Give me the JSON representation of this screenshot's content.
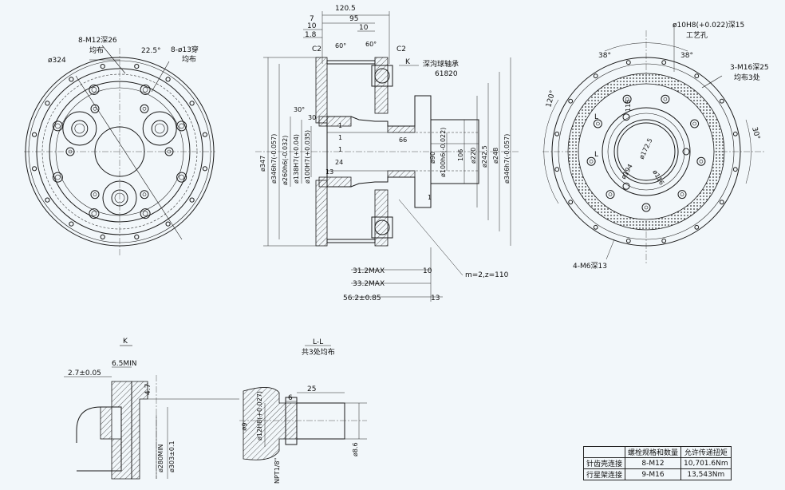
{
  "front_view": {
    "labels": {
      "outer_dia": "ø324",
      "bolts_m12": "8-M12深26",
      "bolts_m12_note": "均布",
      "angle": "22.5°",
      "holes_13": "8-ø13穿",
      "holes_13_note": "均布"
    }
  },
  "section_view": {
    "top_dims": [
      "120.5",
      "95",
      "7",
      "10",
      "10",
      "1.8"
    ],
    "chamfer_left": "C2",
    "chamfer_right": "C2",
    "angle_left": "60°",
    "angle_right": "60°",
    "angle_30": "30°",
    "section_mark": "K",
    "bearing_label": "深沟球轴承",
    "bearing_model": "61820",
    "dia_left": [
      "ø347",
      "ø346h7(-0.057)",
      "ø260h6(-0.032)",
      "ø138H7(+0.04)",
      "ø100H7(+0.035)"
    ],
    "small_dims": [
      "1",
      "1",
      "1",
      "13",
      "24",
      "30"
    ],
    "center_dims": [
      "66",
      "ø90",
      "ø100h6(-0.022)",
      "106",
      "ø220",
      "ø242.5",
      "ø248",
      "ø346h7(-0.057)",
      "1"
    ],
    "bottom_dims": [
      "31.2MAX",
      "10",
      "33.2MAX",
      "56.2±0.85",
      "13"
    ],
    "gear_note": "m=2,z=110"
  },
  "rear_view": {
    "labels": {
      "pin_hole": "ø10H8(+0.022)深15",
      "pin_hole_note": "工艺孔",
      "angle_a": "38°",
      "angle_b": "38°",
      "m16": "3-M16深25",
      "m16_note": "均布3处",
      "angle_120": "120°",
      "angle_30": "30°",
      "dim_115": "115",
      "dia_172": "ø172.5",
      "dia_116": "ø116",
      "dia_194": "ø194",
      "mark_l1": "L",
      "mark_l2": "L",
      "m6": "4-M6深13"
    }
  },
  "detail_k": {
    "title": "K",
    "dims": [
      "2.7±0.05",
      "6.5MIN",
      "4.7",
      "ø280MIN",
      "ø303±0.1"
    ]
  },
  "detail_l": {
    "title": "L-L",
    "subtitle": "共3处均布",
    "dims": [
      "25",
      "6",
      "ø9",
      "ø12H8(+0.027)",
      "NPT1/8\"",
      "ø8.6"
    ]
  },
  "spec_table": {
    "headers": [
      "",
      "螺栓规格和数量",
      "允许传递扭矩"
    ],
    "rows": [
      [
        "针齿壳连接",
        "8-M12",
        "10,701.6Nm"
      ],
      [
        "行星架连接",
        "9-M16",
        "13,543Nm"
      ]
    ]
  }
}
